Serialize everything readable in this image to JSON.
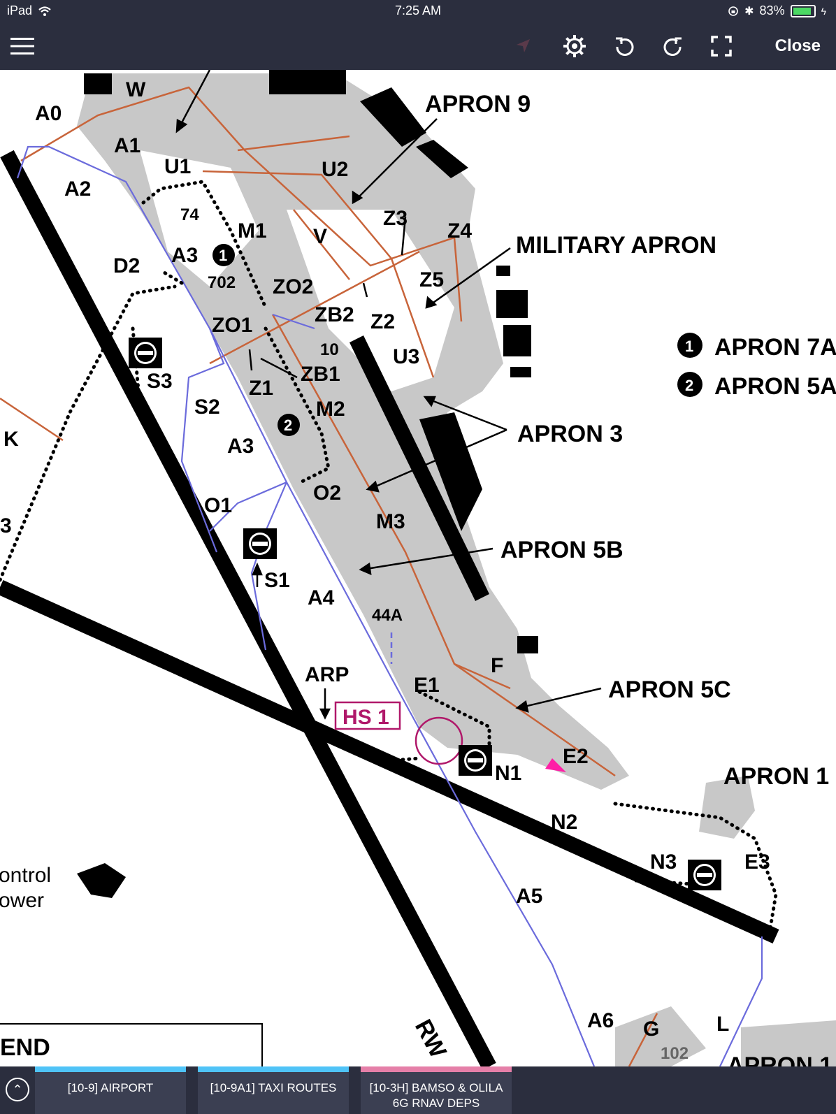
{
  "status_bar": {
    "device": "iPad",
    "time": "7:25 AM",
    "battery": "83%"
  },
  "toolbar": {
    "close_label": "Close"
  },
  "chart": {
    "apron_labels": {
      "apron_9": "APRON 9",
      "military": "MILITARY APRON",
      "apron_7": "APRON 7A",
      "apron_5a": "APRON 5A",
      "apron_3": "APRON 3",
      "apron_5b": "APRON 5B",
      "apron_5c": "APRON 5C",
      "apron_1": "APRON 1",
      "apron_1_bottom": "APRON 1"
    },
    "markers": {
      "one": "1",
      "two": "2"
    },
    "taxiways": {
      "A0": "A0",
      "W": "W",
      "A1": "A1",
      "U1": "U1",
      "A2": "A2",
      "U2": "U2",
      "n74": "74",
      "M1": "M1",
      "A3": "A3",
      "V": "V",
      "Z3": "Z3",
      "Z4": "Z4",
      "D2": "D2",
      "n702": "702",
      "ZO2": "ZO2",
      "Z5": "Z5",
      "ZB2": "ZB2",
      "Z2": "Z2",
      "ZO1": "ZO1",
      "n10": "10",
      "U3": "U3",
      "S3": "S3",
      "ZB1": "ZB1",
      "Z1": "Z1",
      "M2": "M2",
      "S2": "S2",
      "K": "K",
      "A3b": "A3",
      "O2": "O2",
      "O1": "O1",
      "M3": "M3",
      "three": "3",
      "S1": "S1",
      "A4": "A4",
      "n44A": "44A",
      "F": "F",
      "ARP": "ARP",
      "E1": "E1",
      "HS1": "HS 1",
      "E2": "E2",
      "N1": "N1",
      "N2": "N2",
      "N3": "N3",
      "E3": "E3",
      "A5": "A5",
      "A6": "A6",
      "G": "G",
      "L": "L",
      "n102": "102",
      "RWY": "RW"
    },
    "control_tower": [
      "ontrol",
      "ower"
    ],
    "legend_title": "END"
  },
  "tabs": [
    {
      "label": "[10-9] AIRPORT",
      "color": "#4fc3f7"
    },
    {
      "label": "[10-9A1] TAXI ROUTES",
      "color": "#4fc3f7"
    },
    {
      "label": "[10-3H] BAMSO & OLILA 6G RNAV DEPS",
      "color": "#e57fa8"
    }
  ]
}
